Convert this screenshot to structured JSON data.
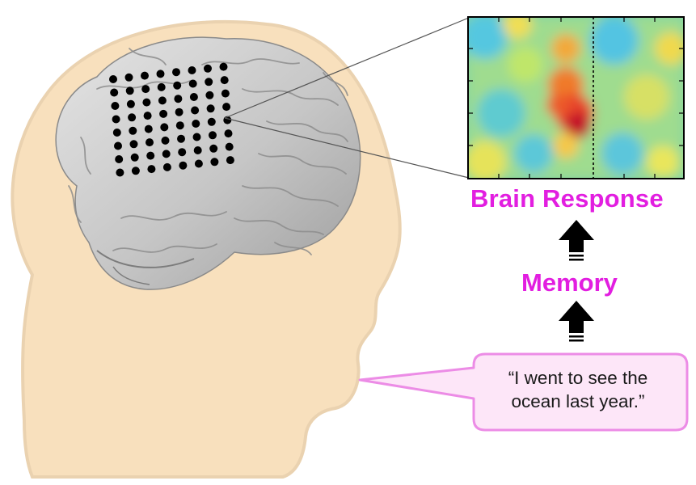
{
  "labels": {
    "brain_response": "Brain Response",
    "memory": "Memory"
  },
  "speech_bubble": {
    "line1": "“I went to see the",
    "line2": "ocean last year.”"
  },
  "colors": {
    "accent_magenta": "#e21ee0",
    "head_fill": "#f8e0bd",
    "head_outline": "#ead2b0",
    "bubble_fill": "#fde6f8",
    "bubble_border": "#ec8ce6",
    "brain_fill": "#c9c9c9"
  },
  "icons": {
    "arrow_1": "up-arrow-icon",
    "arrow_2": "up-arrow-icon"
  }
}
